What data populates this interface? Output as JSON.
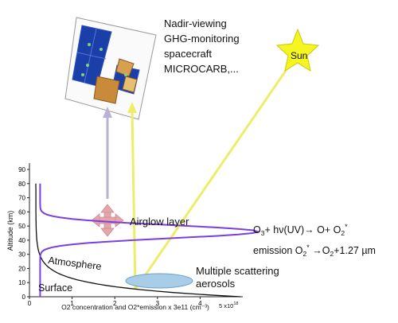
{
  "spacecraft_label": {
    "line1": "Nadir-viewing",
    "line2": "GHG-monitoring",
    "line3": "spacecraft",
    "line4": "MICROCARB,..."
  },
  "sun_label": "Sun",
  "airglow_label": "Airglow layer",
  "atmosphere_label": "Atmosphere",
  "surface_label": "Surface",
  "aerosol_label": {
    "line1": "Multiple scattering",
    "line2": "aerosols"
  },
  "reaction": {
    "o3": "O",
    "o3_sub": "3",
    "o3_rest": "+ hν(UV)→ O+ O",
    "o3_sub2": "2",
    "o3_sup": "*",
    "emission": "emission  O",
    "em_sub": "2",
    "em_sup": "*",
    "em_rest": " →O",
    "em_sub2": "2",
    "em_tail": "+1.27 µm"
  },
  "axes": {
    "ylabel": "Altitude (km)",
    "xlabel": "O2 concentration and O2*emission x 3e11 (cm⁻³)",
    "xscale_note": "5 x10",
    "xscale_exp": "18",
    "yticks": [
      "0",
      "10",
      "20",
      "30",
      "40",
      "50",
      "60",
      "70",
      "80",
      "90"
    ],
    "xticks": [
      "0",
      "1",
      "2",
      "3",
      "4"
    ],
    "xlim": [
      0,
      5
    ],
    "ylim": [
      0,
      90
    ]
  },
  "colors": {
    "airglow_curve": "#7b3fe0",
    "concentration_curve": "#111111",
    "sun_fill": "#f5f51f",
    "sun_ray": "#eded6a",
    "nadir_arrow": "#b9b2d6",
    "airglow_cross": "#e4a5ab",
    "aerosol": "#a8cde6",
    "spacecraft_panel": "#1b3fa8",
    "spacecraft_body": "#c98a3a"
  }
}
